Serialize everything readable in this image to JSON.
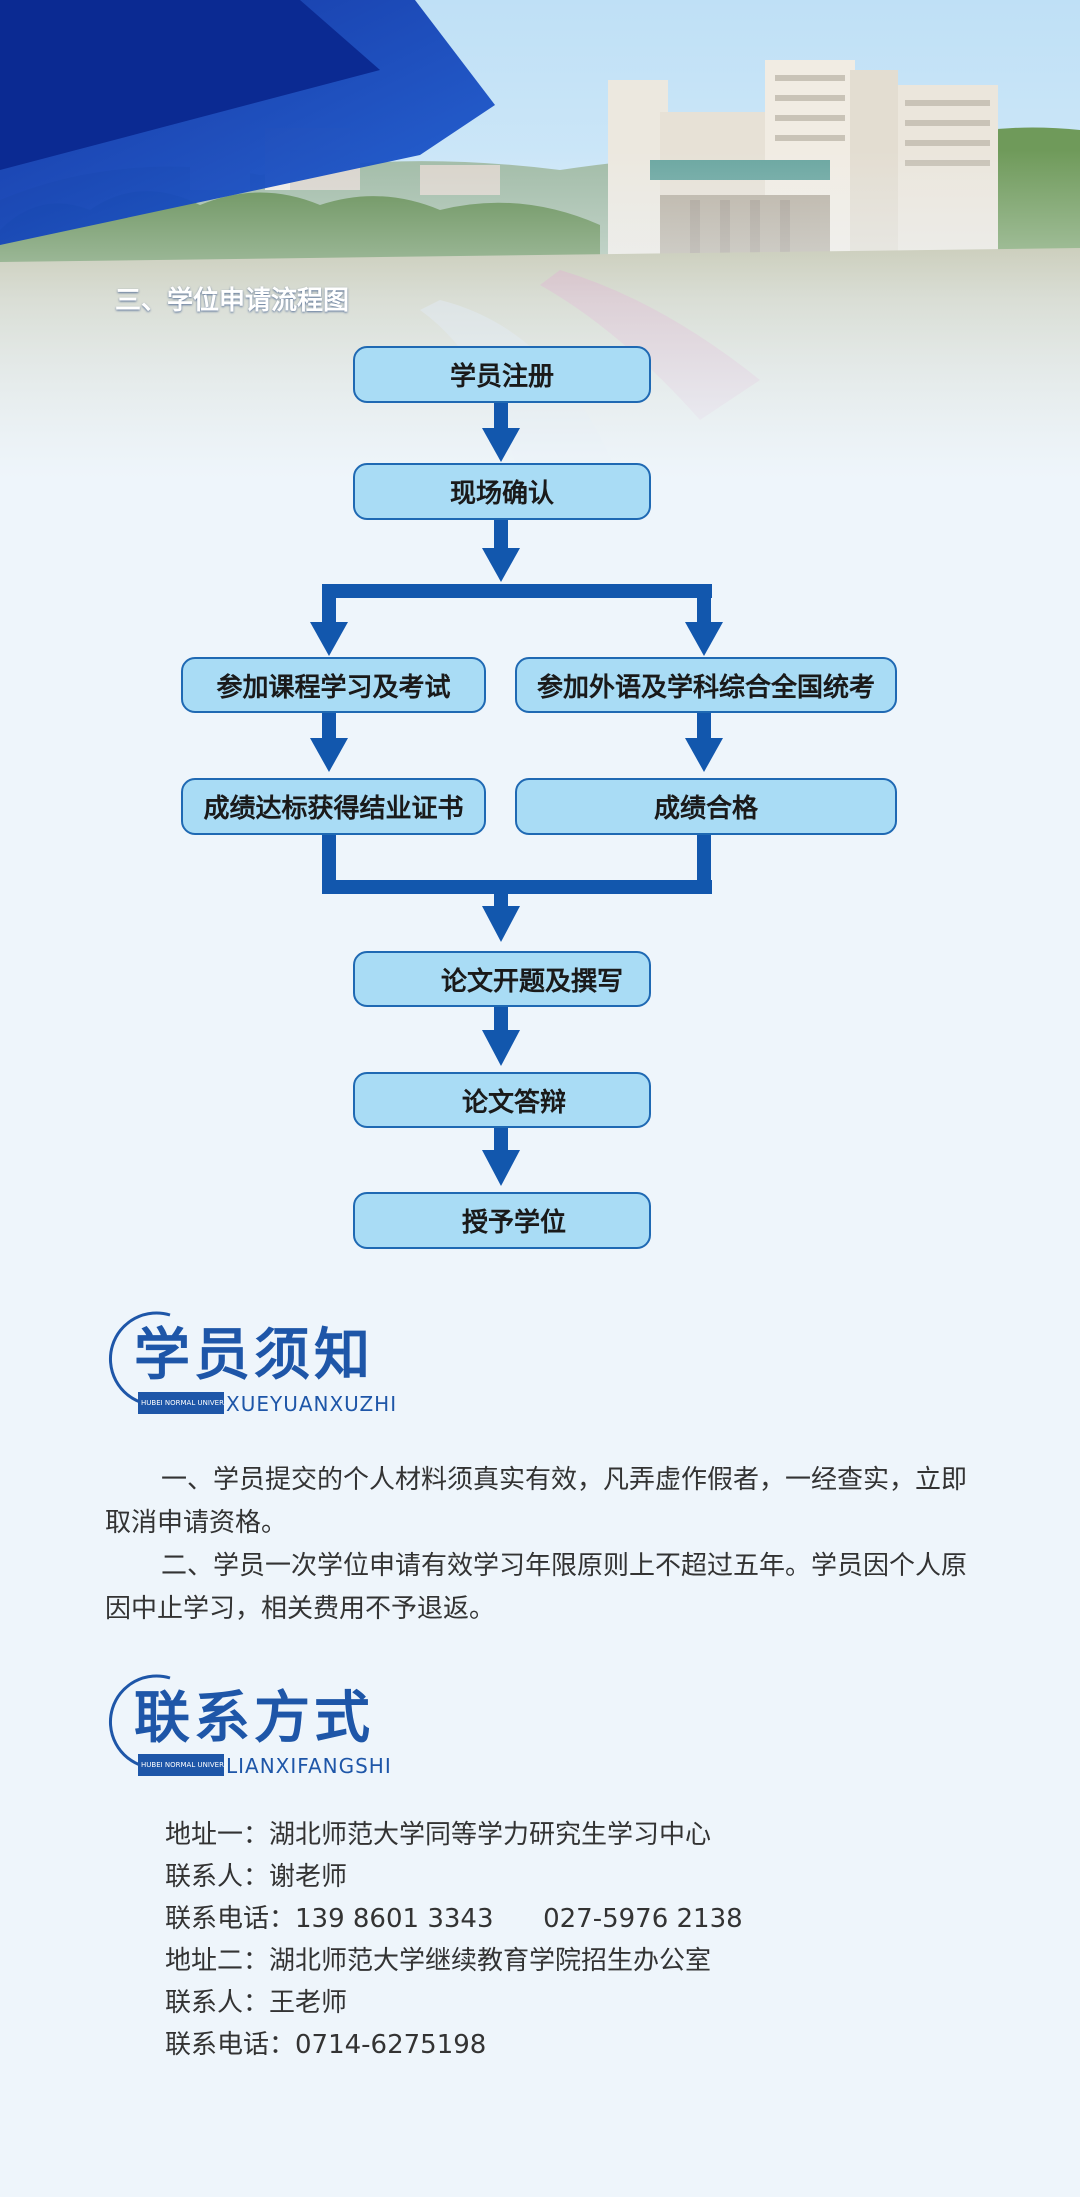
{
  "flow": {
    "heading": "三、学位申请流程图",
    "steps": {
      "register": "学员注册",
      "confirm": "现场确认",
      "course": "参加课程学习及考试",
      "exam": "参加外语及学科综合全国统考",
      "certificate": "成绩达标获得结业证书",
      "pass": "成绩合格",
      "thesis": "论文开题及撰写",
      "defense": "论文答辩",
      "degree": "授予学位"
    }
  },
  "notice": {
    "title": "学员须知",
    "subtitle_en": "XUEYUANXUZHI",
    "tag": "HUBEI NORMAL UNIVERSITY",
    "paragraphs": [
      "一、学员提交的个人材料须真实有效，凡弄虚作假者，一经查实，立即取消申请资格。",
      "二、学员一次学位申请有效学习年限原则上不超过五年。学员因个人原因中止学习，相关费用不予退返。"
    ]
  },
  "contact": {
    "title": "联系方式",
    "subtitle_en": "LIANXIFANGSHI",
    "tag": "HUBEI NORMAL UNIVERSITY",
    "lines": [
      "地址一：湖北师范大学同等学力研究生学习中心",
      "联系人：谢老师",
      "联系电话：139 8601 3343      027-5976 2138",
      "地址二：湖北师范大学继续教育学院招生办公室",
      "联系人：王老师",
      "联系电话：0714-6275198"
    ]
  },
  "colors": {
    "box_fill": "#a9dcf5",
    "box_border": "#1f69b3",
    "arrow": "#1257ad",
    "accent": "#1e56a8",
    "page_bg": "#eef5fb"
  }
}
